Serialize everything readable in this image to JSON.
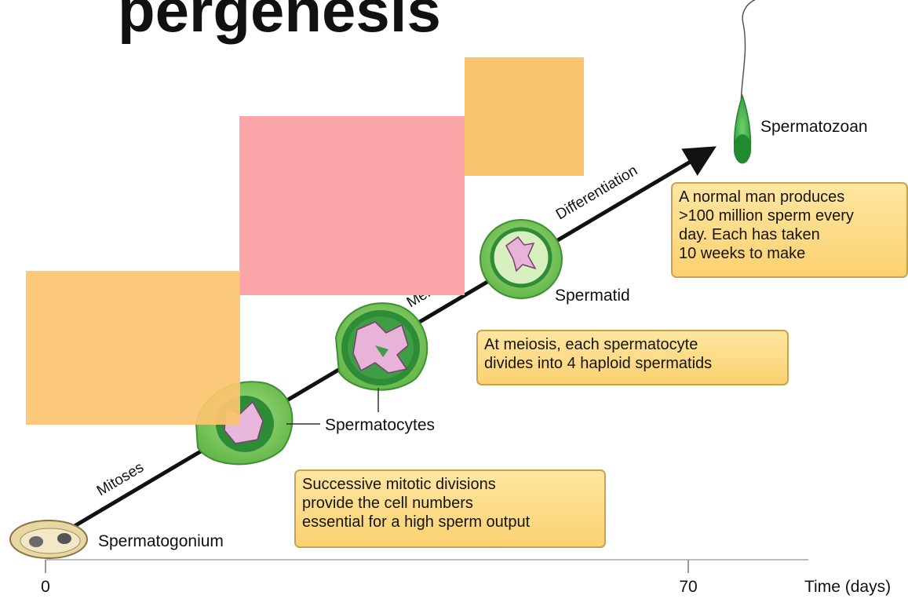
{
  "header_text": "pergenesis",
  "stages": {
    "spermatogonium": "Spermatogonium",
    "spermatocytes": "Spermatocytes",
    "spermatid": "Spermatid",
    "spermatozoan": "Spermatozoan"
  },
  "processes": {
    "mitoses": "Mitoses",
    "meioses": "Meioses",
    "differentiation": "Differentiation"
  },
  "notes": {
    "mitotic": [
      "Successive mitotic divisions",
      "provide the cell numbers",
      "essential for a high sperm output"
    ],
    "meiosis": [
      "At meiosis, each spermatocyte",
      "divides into 4 haploid spermatids"
    ],
    "production": [
      "A normal man produces",
      ">100 million sperm every",
      "day. Each has taken",
      "10 weeks to make"
    ]
  },
  "time_axis": {
    "tick_start": "0",
    "tick_end": "70",
    "label": "Time (days)"
  },
  "colors": {
    "cell_outer": "#7cc55a",
    "cell_inner": "#2c8a34",
    "nucleus": "#e7b3d9",
    "note_fill": "#fbd98a",
    "overlay_orange": "#fbc56f",
    "overlay_red": "#fca5a8"
  }
}
